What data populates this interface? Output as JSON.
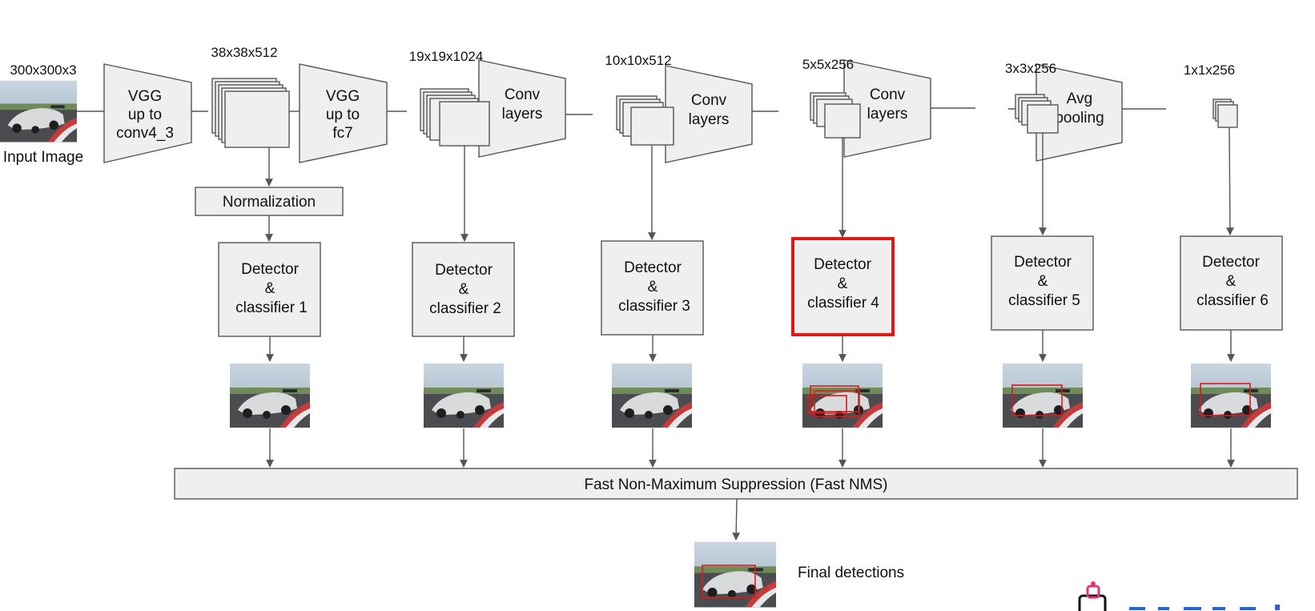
{
  "input": {
    "dim": "300x300x3",
    "label": "Input Image"
  },
  "blocks": [
    {
      "lines": [
        "VGG",
        "up to",
        "conv4_3"
      ]
    },
    {
      "lines": [
        "VGG",
        "up to",
        "fc7"
      ]
    },
    {
      "lines": [
        "Conv",
        "layers"
      ]
    },
    {
      "lines": [
        "Conv",
        "layers"
      ]
    },
    {
      "lines": [
        "Conv",
        "layers"
      ]
    },
    {
      "lines": [
        "Avg",
        "pooling"
      ]
    }
  ],
  "feature_maps": [
    "38x38x512",
    "19x19x1024",
    "10x10x512",
    "5x5x256",
    "3x3x256",
    "1x1x256"
  ],
  "normalization": "Normalization",
  "detectors": [
    {
      "lines": [
        "Detector",
        "&",
        "classifier 1"
      ],
      "highlighted": false
    },
    {
      "lines": [
        "Detector",
        "&",
        "classifier 2"
      ],
      "highlighted": false
    },
    {
      "lines": [
        "Detector",
        "&",
        "classifier 3"
      ],
      "highlighted": false
    },
    {
      "lines": [
        "Detector",
        "&",
        "classifier 4"
      ],
      "highlighted": true
    },
    {
      "lines": [
        "Detector",
        "&",
        "classifier 5"
      ],
      "highlighted": false
    },
    {
      "lines": [
        "Detector",
        "&",
        "classifier 6"
      ],
      "highlighted": false
    }
  ],
  "nms": "Fast Non-Maximum Suppression (Fast NMS)",
  "final": "Final detections",
  "colors": {
    "box_fill": "#efefef",
    "stroke": "#555555",
    "highlight": "#e01818"
  }
}
